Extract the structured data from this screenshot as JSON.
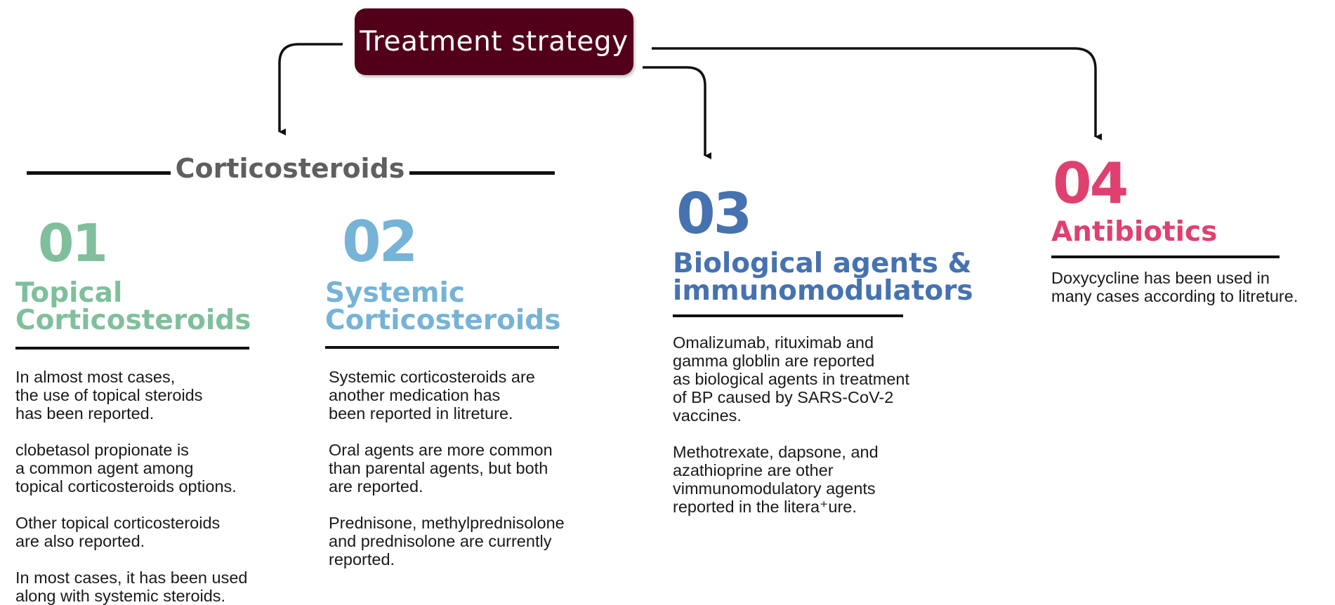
{
  "colors": {
    "root_fill": "#52001a",
    "group_title": "#5f5f5f",
    "card_1": "#7fbf9c",
    "card_2": "#76b3d6",
    "card_3": "#4672b0",
    "card_4": "#e0406f",
    "rule": "#111111",
    "body_text": "#1a1a1a"
  },
  "root": {
    "title": "Treatment strategy"
  },
  "group": {
    "title": "Corticosteroids"
  },
  "cards": [
    {
      "number": "01",
      "title_line1": "Topical",
      "title_line2": "Corticosteroids",
      "paragraphs": [
        "In almost most cases,\nthe use of topical steroids\nhas been reported.",
        "clobetasol propionate is\na common agent among\ntopical corticosteroids options.",
        "Other topical corticosteroids\nare also reported.",
        "In most cases, it has been used\n along with systemic steroids."
      ]
    },
    {
      "number": "02",
      "title_line1": "Systemic",
      "title_line2": "Corticosteroids",
      "paragraphs": [
        "Systemic corticosteroids are\nanother medication has\nbeen reported in litreture.",
        "Oral agents are more common\nthan parental agents, but both\nare reported.",
        "Prednisone, methylprednisolone\nand prednisolone are currently\nreported."
      ]
    },
    {
      "number": "03",
      "title_line1": "Biological agents &",
      "title_line2": "immunomodulators",
      "paragraphs": [
        "Omalizumab,  rituximab and\ngamma globlin are reported\nas biological agents in treatment\nof BP caused by SARS-CoV-2\nvaccines.",
        "Methotrexate, dapsone, and\nazathioprine are other\nvimmunomodulatory agents\nreported in the litera⁺ure."
      ]
    },
    {
      "number": "04",
      "title_line1": "Antibiotics",
      "title_line2": "",
      "paragraphs": [
        "Doxycycline has been used in\nmany cases according to litreture."
      ]
    }
  ]
}
